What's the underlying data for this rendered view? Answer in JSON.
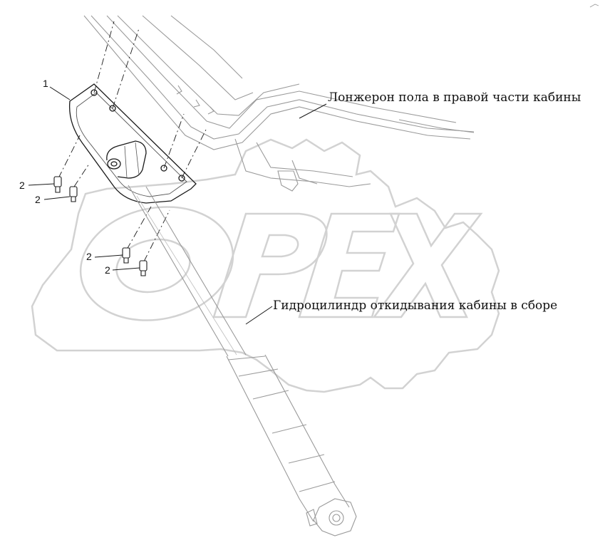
{
  "watermark": {
    "text": "OPEX",
    "color": "#d2d2d2"
  },
  "callouts": {
    "floor_rail": "Лонжерон пола в правой части кабины",
    "cylinder": "Гидроцилиндр откидывания кабины в сборе"
  },
  "part_numbers": {
    "bracket": "1",
    "bolt_a": "2",
    "bolt_b": "2",
    "bolt_c": "2",
    "bolt_d": "2"
  },
  "colors": {
    "line": "#1a1a1a",
    "faint_line": "#9a9a9a"
  }
}
